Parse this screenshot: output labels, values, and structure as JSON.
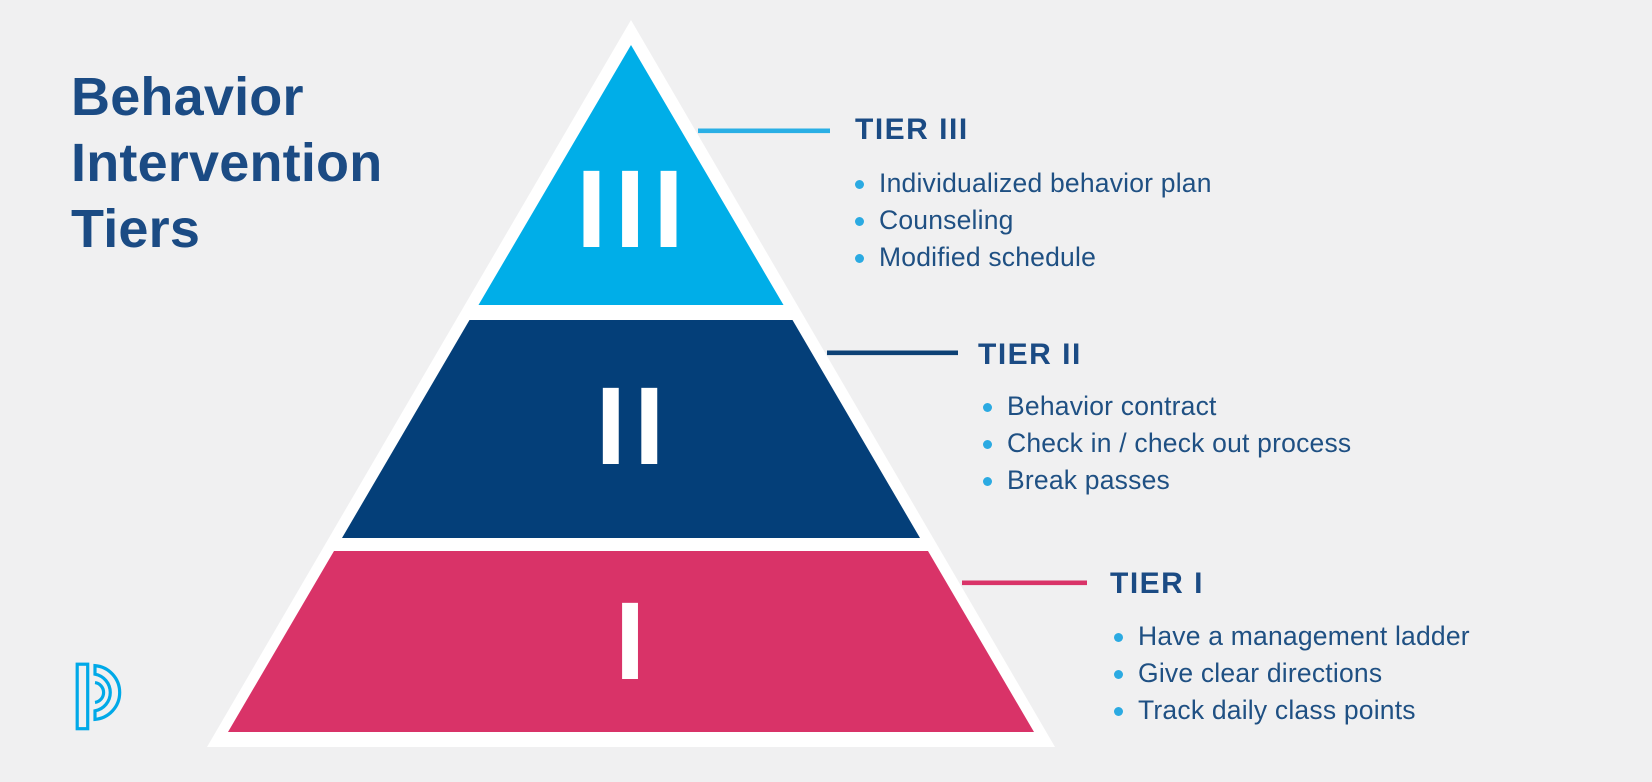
{
  "title": {
    "text": "Behavior\nIntervention\nTiers"
  },
  "colors": {
    "bg": "#f0f0f1",
    "white": "#ffffff",
    "cyan": "#00aee8",
    "navy": "#043f79",
    "pink": "#d93368",
    "title-text": "#1b4b84",
    "body-text": "#1f5083",
    "bullet-dot": "#2baae2",
    "line-cyan": "#2aafe5",
    "line-navy": "#0d4175",
    "line-pink": "#d93368",
    "logo-cyan": "#00a9e8"
  },
  "pyramid": {
    "tiers": [
      {
        "numeral": "III",
        "color": "#00aee8"
      },
      {
        "numeral": "II",
        "color": "#043f79"
      },
      {
        "numeral": "I",
        "color": "#d93368"
      }
    ]
  },
  "sections": [
    {
      "label": "TIER III",
      "items": [
        "Individualized behavior plan",
        "Counseling",
        "Modified schedule"
      ]
    },
    {
      "label": "TIER II",
      "items": [
        "Behavior contract",
        "Check in / check out process",
        "Break passes"
      ]
    },
    {
      "label": "TIER I",
      "items": [
        "Have a management ladder",
        "Give clear directions",
        "Track daily class points"
      ]
    }
  ],
  "logo": {
    "name": "PowerSchool P logo"
  }
}
